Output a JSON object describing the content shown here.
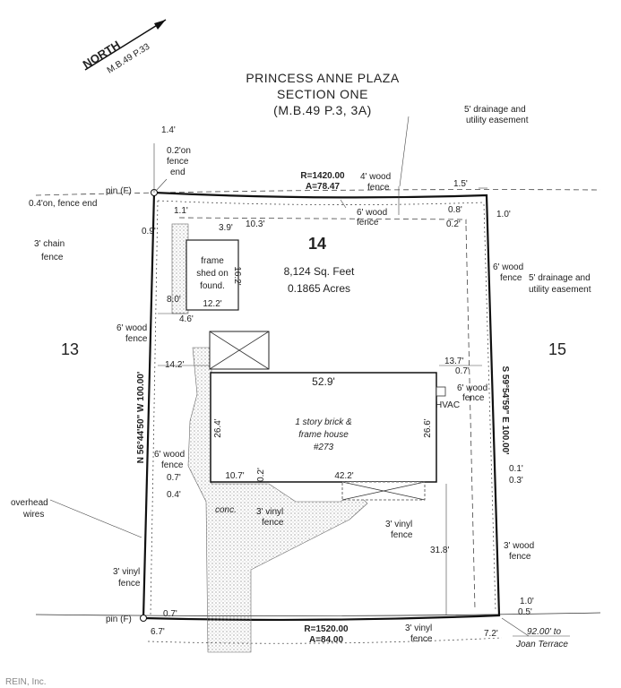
{
  "north": {
    "label": "NORTH",
    "ref": "M.B.49 P.33"
  },
  "title": {
    "line1": "PRINCESS ANNE PLAZA",
    "line2": "SECTION ONE",
    "line3": "(M.B.49 P.3, 3A)"
  },
  "lot": {
    "number": "14",
    "area_sqft": "8,124 Sq. Feet",
    "area_acres": "0.1865 Acres"
  },
  "adjacent": {
    "left": "13",
    "right": "15"
  },
  "boundaries": {
    "top_r": "R=1420.00",
    "top_a": "A=78.47",
    "bottom_r": "R=1520.00",
    "bottom_a": "A=84.00",
    "left": "N 56°44'50\" W  100.00'",
    "right": "S 59°54'59\" E  100.00'"
  },
  "house": {
    "line1": "1 story brick &",
    "line2": "frame house",
    "line3": "#273",
    "dim_top": "52.9'",
    "dim_left": "26.4'",
    "dim_right": "26.6'",
    "dim_bl": "10.7'",
    "dim_b": "42.2'",
    "dim_small": "0.2'"
  },
  "shed": {
    "line1": "frame",
    "line2": "shed on",
    "line3": "found.",
    "dim_w": "12.2'",
    "dim_h": "16.2'"
  },
  "labels": {
    "l_1_4": "1.4'",
    "l_02_fence": "0.2'on",
    "l_fence": "fence",
    "l_end": "end",
    "pin_top": "pin (F)",
    "l_04_fence_end": "0.4'on, fence end",
    "l_3chain": "3' chain",
    "l_3chain_fence": "fence",
    "l_11": "1.1'",
    "l_09": "0.9'",
    "l_39": "3.9'",
    "l_103": "10.3'",
    "l_4wood": "4' wood",
    "l_4wood_fence": "fence",
    "l_6wood_a": "6' wood",
    "l_6wood_a2": "fence",
    "l_15": "1.5'",
    "l_08": "0.8'",
    "l_02": "0.2'",
    "l_10": "1.0'",
    "l_ease_top1": "5' drainage and",
    "l_ease_top2": "utility easement",
    "l_6wood_r": "6' wood",
    "l_6wood_r2": "fence",
    "l_ease_r1": "5' drainage and",
    "l_ease_r2": "utility easement",
    "l_80": "8.0'",
    "l_46": "4.6'",
    "l_6wood_l": "6' wood",
    "l_6wood_l2": "fence",
    "l_142": "14.2'",
    "l_137": "13.7'",
    "l_07r": "0.7'",
    "l_6wood_r3": "6' wood",
    "l_6wood_r4": "fence",
    "hvac": "HVAC",
    "l_6wood_l3": "6' wood",
    "l_6wood_l4": "fence",
    "l_07l": "0.7'",
    "l_04l": "0.4'",
    "l_01": "0.1'",
    "l_03": "0.3'",
    "overhead1": "overhead",
    "overhead2": "wires",
    "conc": "conc.",
    "l_3vinyl_a": "3' vinyl",
    "l_3vinyl_a2": "fence",
    "l_3vinyl_b": "3' vinyl",
    "l_3vinyl_b2": "fence",
    "l_318": "31.8'",
    "l_3wood": "3' wood",
    "l_3wood2": "fence",
    "l_3vinyl_l": "3' vinyl",
    "l_3vinyl_l2": "fence",
    "l_10b": "1.0'",
    "l_05": "0.5'",
    "pin_bottom": "pin (F)",
    "l_07b": "0.7'",
    "l_67": "6.7'",
    "l_3vinyl_bot": "3' vinyl",
    "l_3vinyl_bot2": "fence",
    "l_72": "7.2'",
    "joan1": "92.00' to",
    "joan2": "Joan Terrace",
    "watermark": "REIN, Inc."
  }
}
